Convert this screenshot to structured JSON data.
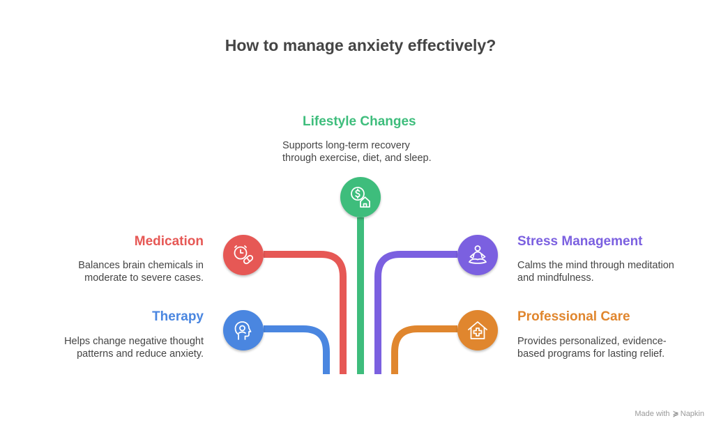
{
  "title": "How to manage anxiety effectively?",
  "nodes": {
    "lifestyle": {
      "title": "Lifestyle Changes",
      "desc": [
        "Supports long-term recovery",
        "through exercise, diet, and sleep."
      ],
      "color": "#3ebd7c",
      "icon": "money-house-icon"
    },
    "medication": {
      "title": "Medication",
      "desc": [
        "Balances brain chemicals in",
        "moderate to severe cases."
      ],
      "color": "#e65855",
      "icon": "clock-pill-icon"
    },
    "therapy": {
      "title": "Therapy",
      "desc": [
        "Helps change negative thought",
        "patterns and reduce anxiety."
      ],
      "color": "#4a86e0",
      "icon": "head-profile-icon"
    },
    "stress": {
      "title": "Stress Management",
      "desc": [
        "Calms the mind through meditation",
        "and mindfulness."
      ],
      "color": "#7b60e0",
      "icon": "meditation-icon"
    },
    "professional": {
      "title": "Professional Care",
      "desc": [
        "Provides personalized, evidence-",
        "based programs for lasting relief."
      ],
      "color": "#e0862e",
      "icon": "medical-house-icon"
    }
  },
  "watermark": {
    "prefix": "Made with",
    "brand": "Napkin"
  }
}
